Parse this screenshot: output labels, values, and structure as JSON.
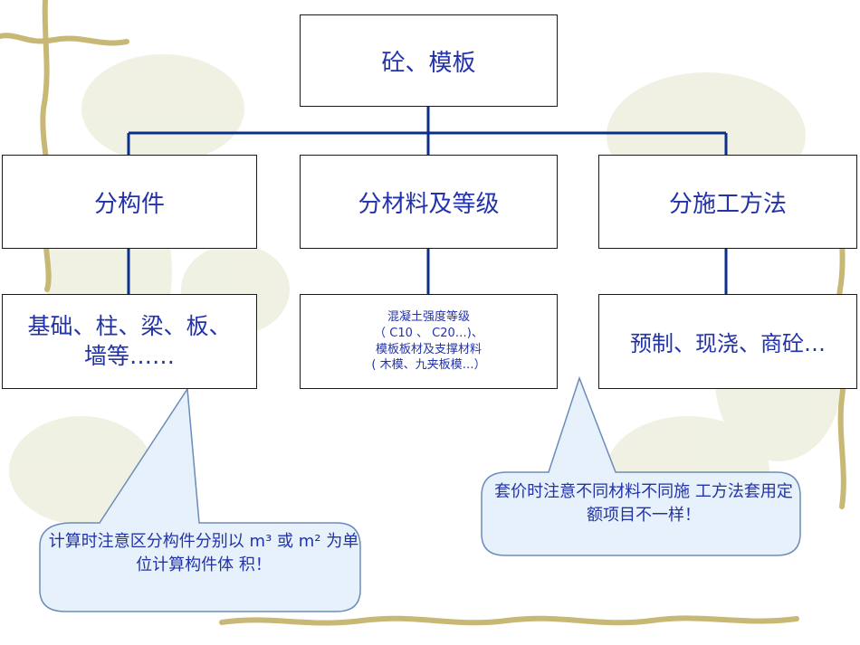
{
  "colors": {
    "text": "#2233aa",
    "connector": "#0b2f8a",
    "box_border": "#1a1a1a",
    "callout_fill": "#e6f1fb",
    "callout_border": "#6b8cb8",
    "vine": "#c8b876",
    "flower_watermark": "#e8ecd8"
  },
  "root": {
    "label": "砼、模板"
  },
  "categories": [
    {
      "label": "分构件"
    },
    {
      "label": "分材料及等级"
    },
    {
      "label": "分施工方法"
    }
  ],
  "details": {
    "components": {
      "lines": [
        "基础、柱、梁、板、",
        "墙等……"
      ]
    },
    "materials": {
      "lines": [
        "混凝土强度等级",
        "（ C10 、 C20…)、",
        "模板板材及支撑材料",
        "( 木模、九夹板模…）"
      ]
    },
    "methods": {
      "lines": [
        "预制、现浇、商砼…"
      ]
    }
  },
  "callouts": {
    "left": {
      "lines": [
        "计算时注意区分构件分别以",
        "m³ 或 m² 为单位计算构件体",
        "积！"
      ]
    },
    "right": {
      "lines": [
        "套价时注意不同材料不同施",
        "工方法套用定额项目不一样！"
      ]
    }
  }
}
